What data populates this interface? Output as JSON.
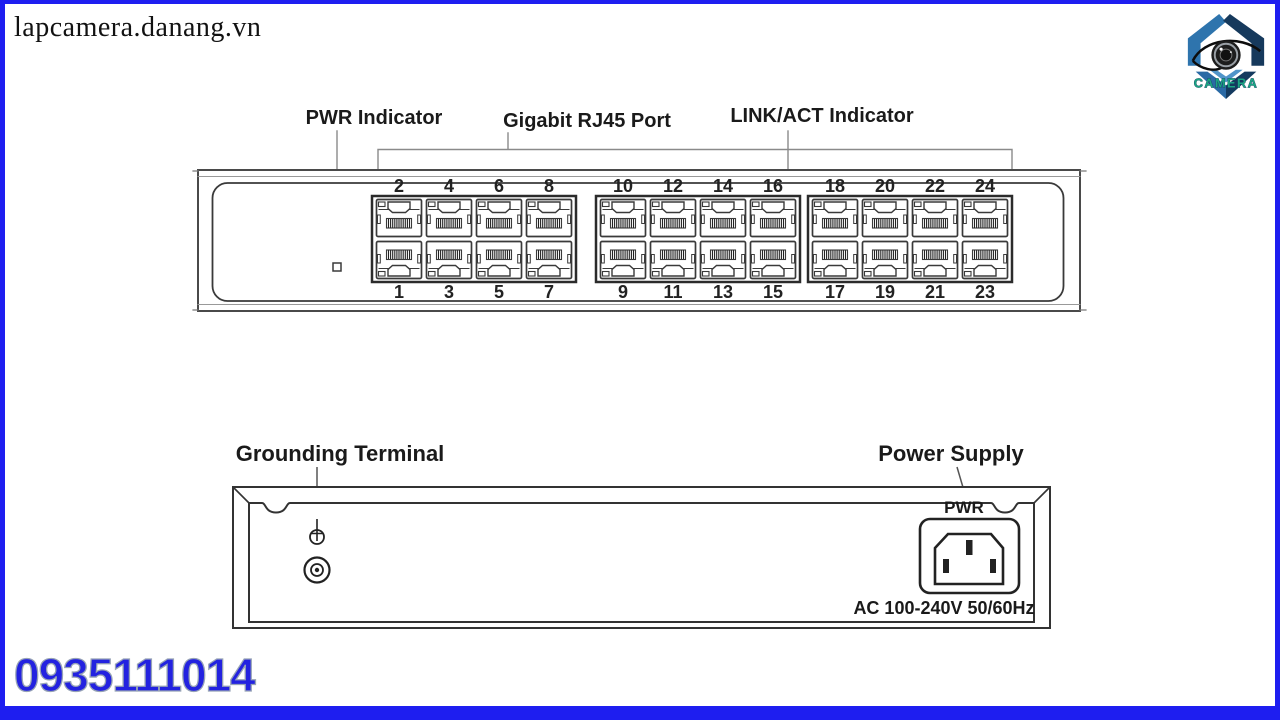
{
  "page": {
    "brand": "lapcamera.danang.vn",
    "phone": "0935111014",
    "accent_blue": "#1e1ef0"
  },
  "logo": {
    "text": "CAMERA",
    "teal": "#1ba583",
    "blue_light": "#2e74ad",
    "blue_dark": "#16395c"
  },
  "front_panel": {
    "labels": {
      "pwr": "PWR Indicator",
      "rj45": "Gigabit RJ45 Port",
      "linkact": "LINK/ACT Indicator"
    },
    "port_groups": [
      {
        "top": [
          "2",
          "4",
          "6",
          "8"
        ],
        "bottom": [
          "1",
          "3",
          "5",
          "7"
        ]
      },
      {
        "top": [
          "10",
          "12",
          "14",
          "16"
        ],
        "bottom": [
          "9",
          "11",
          "13",
          "15"
        ]
      },
      {
        "top": [
          "18",
          "20",
          "22",
          "24"
        ],
        "bottom": [
          "17",
          "19",
          "21",
          "23"
        ]
      }
    ]
  },
  "rear_panel": {
    "labels": {
      "grounding": "Grounding Terminal",
      "power": "Power Supply",
      "pwr": "PWR",
      "ac": "AC 100-240V 50/60Hz"
    }
  }
}
